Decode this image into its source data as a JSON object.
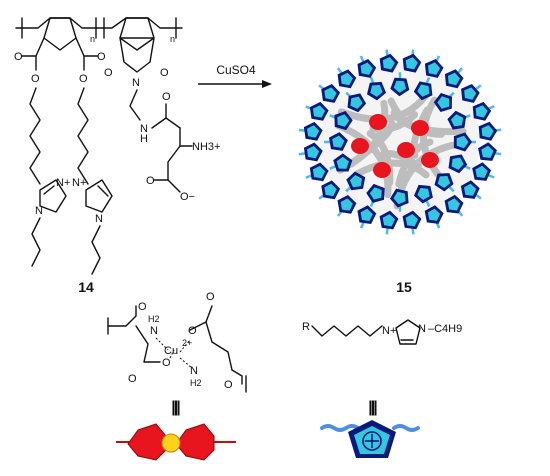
{
  "reagent": "CuSO4",
  "compounds": {
    "left": "14",
    "right": "15"
  },
  "atoms": {
    "o": "O",
    "n": "N",
    "nplus": "N+",
    "h": "H",
    "nh3": "NH3+",
    "ominus": "O−",
    "n_sub": "n",
    "h2": "H2",
    "cu": "Cu",
    "cu_charge": "2+",
    "r": "R",
    "c4h9": "–C4H9"
  },
  "equiv_symbol": "|||",
  "colors": {
    "ring_dark": "#0a1a7a",
    "ring_fill": "#33c8e0",
    "backbone": "#bdbdbd",
    "complex_red": "#e8141e",
    "complex_yellow": "#ffd21a"
  }
}
